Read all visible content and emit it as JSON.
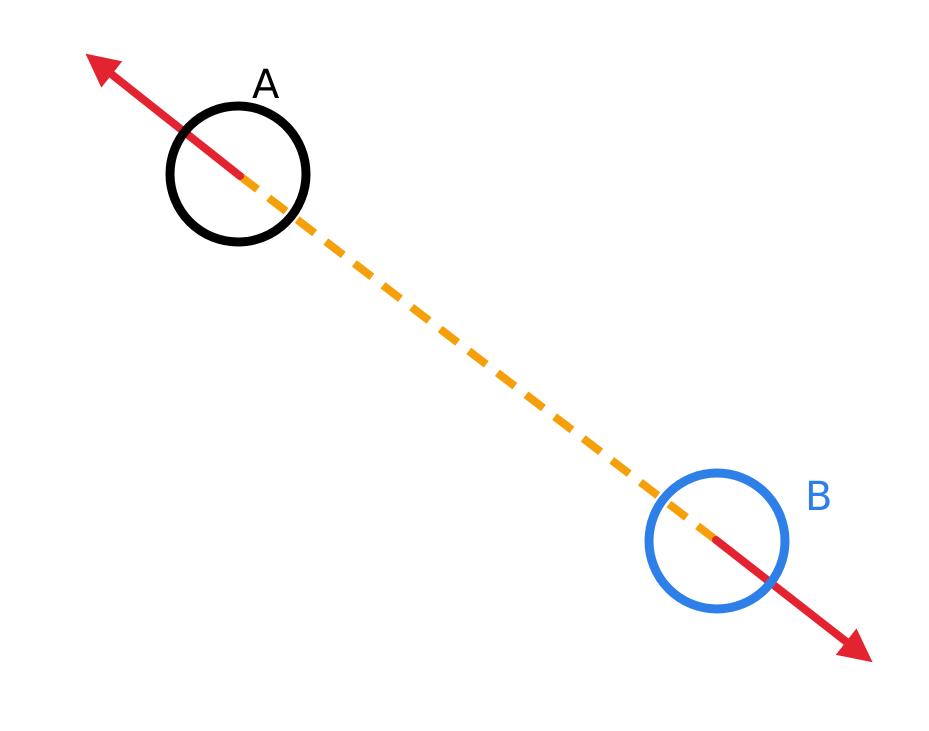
{
  "nodes": [
    {
      "id": "A",
      "label": "A",
      "stroke_color": "#000000",
      "label_color": "#000000"
    },
    {
      "id": "B",
      "label": "B",
      "stroke_color": "#2f7fe8",
      "label_color": "#2f7fe8"
    }
  ],
  "edges": {
    "outward_arrows": {
      "color": "#e32330",
      "style": "solid",
      "direction": "away-from-nodes"
    },
    "connector": {
      "from": "A",
      "to": "B",
      "color": "#f5a00a",
      "style": "dashed"
    }
  }
}
